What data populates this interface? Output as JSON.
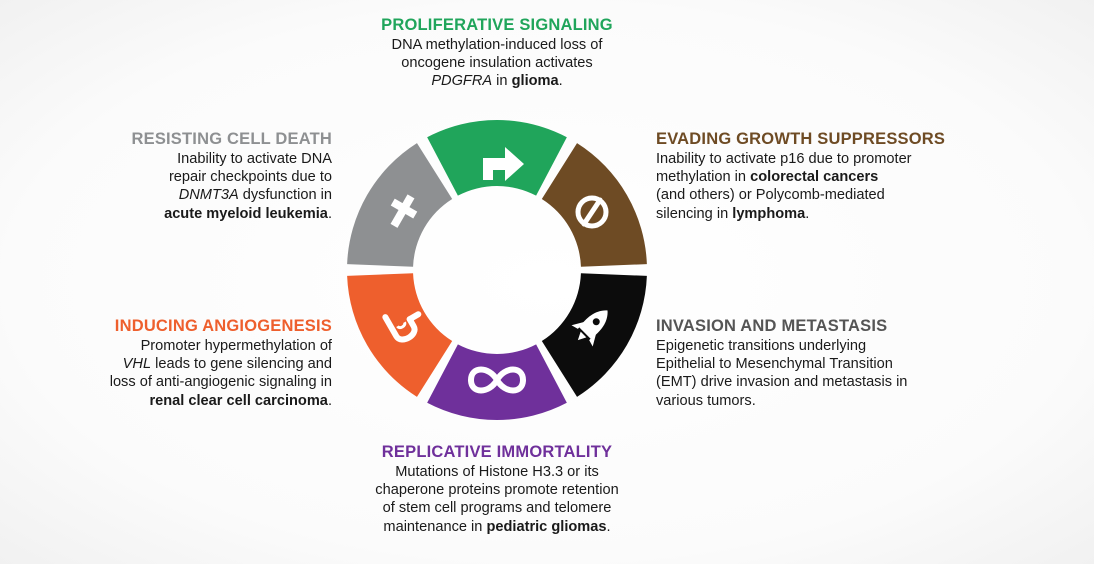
{
  "colors": {
    "proliferative": "#20a55b",
    "evading": "#6e4b24",
    "invasion": "#0c0c0c",
    "replicative": "#6f309b",
    "angiogenesis": "#ee5f2d",
    "resisting": "#8e9092",
    "body_text": "#1a1a1a"
  },
  "proliferative": {
    "title": "PROLIFERATIVE SIGNALING",
    "l1": "DNA methylation-induced loss of",
    "l2": "oncogene insulation activates",
    "l3_gene": "PDGFRA",
    "l3_mid": " in ",
    "l3_bold": "glioma",
    "l3_end": ".",
    "icon": "arrow-icon"
  },
  "evading": {
    "title": "EVADING GROWTH SUPPRESSORS",
    "l1": "Inability to activate p16 due to promoter",
    "l2_pre": "methylation in ",
    "l2_bold": "colorectal cancers",
    "l3": "(and others) or Polycomb-mediated",
    "l4_pre": "silencing in ",
    "l4_bold": "lymphoma",
    "l4_end": ".",
    "icon": "null-sign-icon"
  },
  "invasion": {
    "title": "INVASION AND METASTASIS",
    "l1": "Epigenetic transitions underlying",
    "l2": "Epithelial to Mesenchymal Transition",
    "l3": "(EMT) drive invasion and metastasis in",
    "l4": "various tumors.",
    "icon": "rocket-icon"
  },
  "replicative": {
    "title": "REPLICATIVE IMMORTALITY",
    "l1": "Mutations of Histone H3.3 or its",
    "l2": "chaperone proteins promote retention",
    "l3": "of stem cell programs and telomere",
    "l4_pre": "maintenance in ",
    "l4_bold": "pediatric gliomas",
    "l4_end": ".",
    "icon": "infinity-icon"
  },
  "angiogenesis": {
    "title": "INDUCING ANGIOGENESIS",
    "l1": "Promoter hypermethylation of",
    "l2_gene": "VHL",
    "l2_rest": " leads to gene silencing and",
    "l3": "loss of anti-angiogenic signaling in",
    "l4_bold": "renal clear cell carcinoma",
    "l4_end": ".",
    "icon": "blood-vessel-icon"
  },
  "resisting": {
    "title": "RESISTING CELL DEATH",
    "l1": "Inability to activate DNA",
    "l2": "repair checkpoints due to",
    "l3_gene": "DNMT3A",
    "l3_rest": " dysfunction in",
    "l4_bold": "acute myeloid leukemia",
    "l4_end": ".",
    "icon": "cross-icon"
  }
}
